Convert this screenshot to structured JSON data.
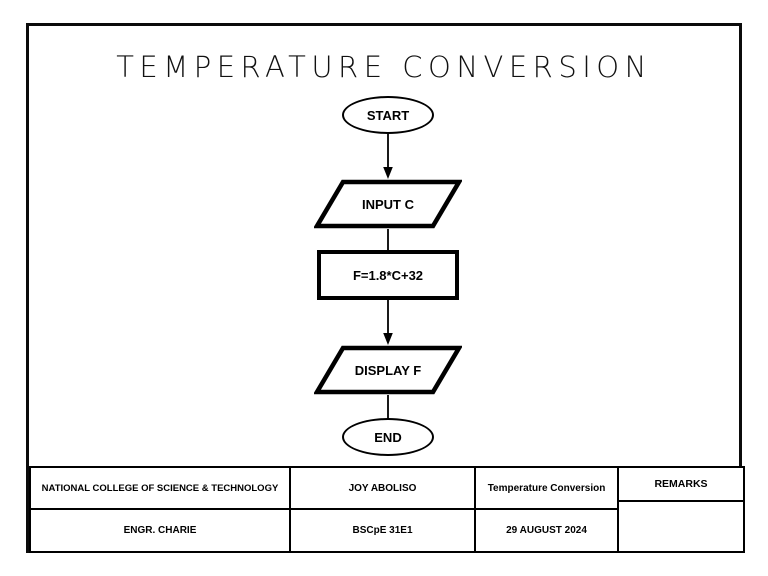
{
  "document": {
    "title": "TEMPERATURE CONVERSION"
  },
  "flowchart": {
    "type": "flowchart",
    "nodes": [
      {
        "id": "start",
        "shape": "terminator",
        "label": "START"
      },
      {
        "id": "input",
        "shape": "input-output",
        "label": "INPUT C"
      },
      {
        "id": "process",
        "shape": "process",
        "label": "F=1.8*C+32"
      },
      {
        "id": "display",
        "shape": "input-output",
        "label": "DISPLAY F"
      },
      {
        "id": "end",
        "shape": "terminator",
        "label": "END"
      }
    ],
    "connectors": [
      {
        "from": "start",
        "to": "input"
      },
      {
        "from": "input",
        "to": "process"
      },
      {
        "from": "process",
        "to": "display"
      },
      {
        "from": "display",
        "to": "end"
      }
    ]
  },
  "title_block": {
    "school": "NATIONAL COLLEGE OF SCIENCE & TECHNOLOGY",
    "student_name": "JOY ABOLISO",
    "topic": "Temperature Conversion",
    "remarks_header": "REMARKS",
    "remarks_value": "",
    "instructor": "ENGR. CHARIE",
    "section": "BSCpE 31E1",
    "date": "29 AUGUST 2024"
  },
  "colors": {
    "ink": "#000000",
    "paper": "#ffffff"
  }
}
